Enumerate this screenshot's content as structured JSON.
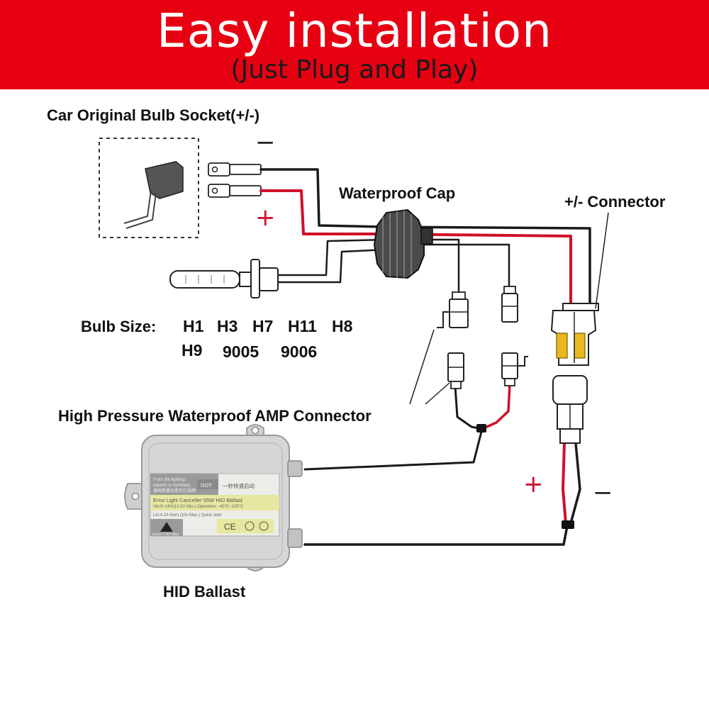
{
  "header": {
    "title": "Easy installation",
    "subtitle": "(Just Plug and Play)"
  },
  "labels": {
    "socket": "Car Original Bulb Socket(+/-)",
    "waterproof_cap": "Waterproof Cap",
    "connector": "+/- Connector",
    "bulb_size_label": "Bulb Size:",
    "bulb_sizes_row1": [
      "H1",
      "H3",
      "H7",
      "H11",
      "H8"
    ],
    "bulb_sizes_row2": [
      "H9",
      "9005",
      "9006"
    ],
    "amp_connector": "High Pressure Waterproof AMP Connector",
    "ballast": "HID Ballast"
  },
  "polarity": {
    "minus": "−",
    "plus": "+"
  },
  "ballast_label": {
    "line1": "From the lighting",
    "line2": "experts in Germany",
    "line3": "德国质量创造车灯品牌",
    "dot": "DOT",
    "quickstart_cn": "一秒快速启动",
    "model": "Error Light Canceller 55W HID Ballast",
    "spec1": "Vin:9~16V(13.2V Min.)   Operation: -40°C~105°C",
    "spec2": "Lin:4.2A   Nom.(10s Max.) Quick start",
    "warning": "Instant 23kv Max",
    "ce": "CE"
  },
  "colors": {
    "banner": "#e60012",
    "wire_red": "#d0102a",
    "wire_black": "#1a1a1a",
    "ballast_body": "#d6d6d6",
    "ballast_label": "#e6e7a0"
  }
}
